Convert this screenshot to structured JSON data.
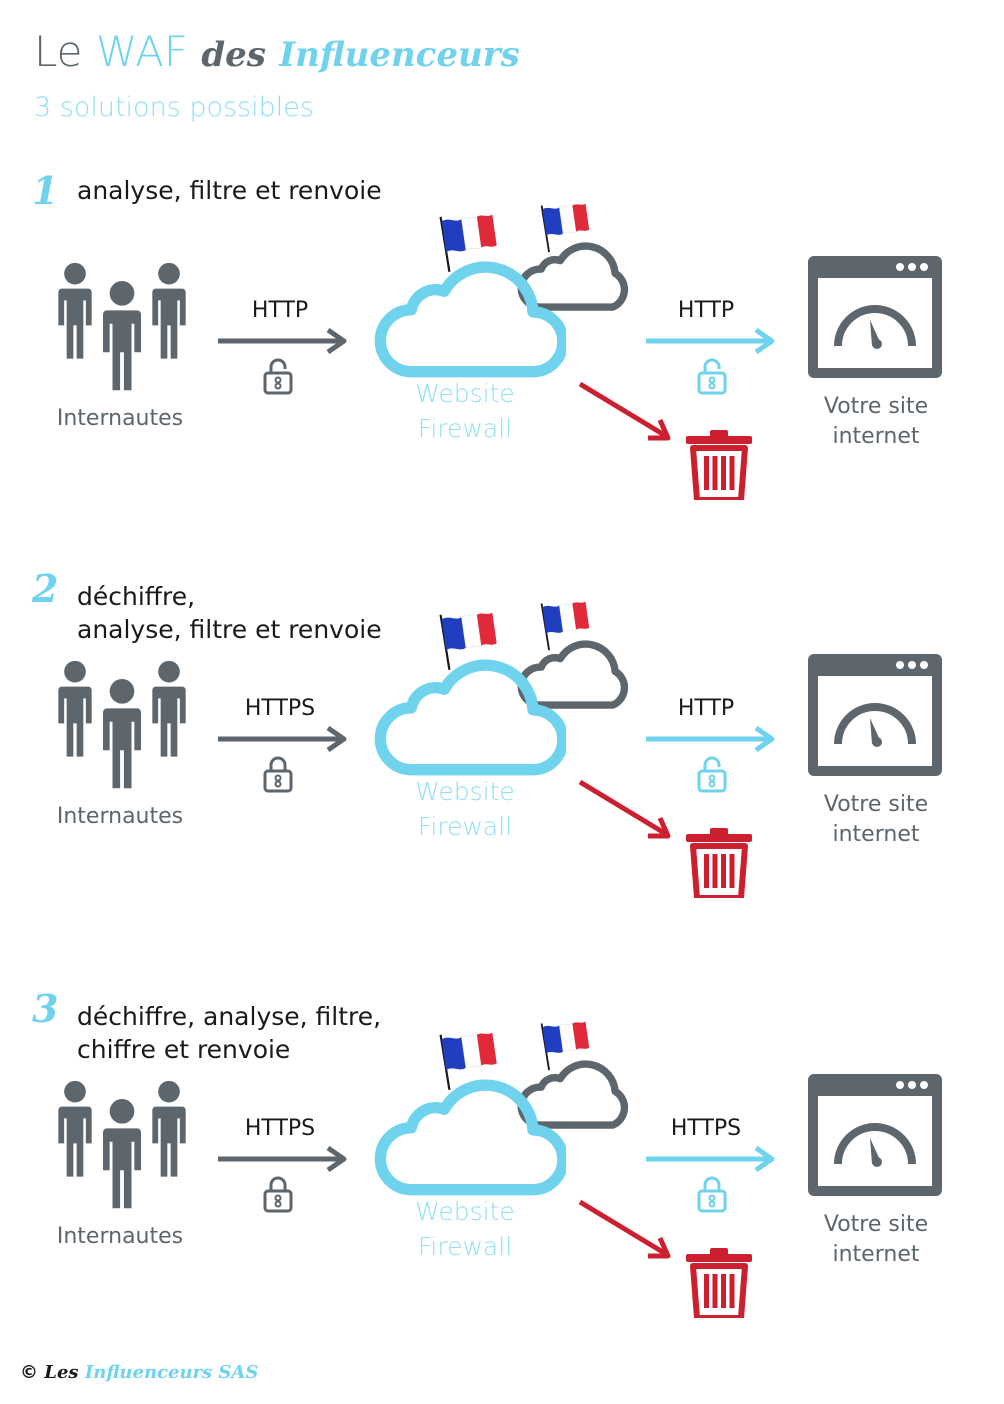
{
  "header": {
    "title_le": "Le",
    "title_waf": "WAF",
    "title_des": "des",
    "title_influenceurs": "Influenceurs",
    "subtitle": "3 solutions possibles"
  },
  "labels": {
    "users": "Internautes",
    "firewall_line1": "Website",
    "firewall_line2": "Firewall",
    "site_line1": "Votre site",
    "site_line2": "internet"
  },
  "sections": [
    {
      "number": "1",
      "desc_line1": "analyse, filtre et renvoie",
      "desc_line2": "",
      "proto_in": "HTTP",
      "proto_out": "HTTP"
    },
    {
      "number": "2",
      "desc_line1": "déchiffre,",
      "desc_line2": "analyse, filtre et renvoie",
      "proto_in": "HTTPS",
      "proto_out": "HTTP"
    },
    {
      "number": "3",
      "desc_line1": "déchiffre, analyse, filtre,",
      "desc_line2": "chiffre et renvoie",
      "proto_in": "HTTPS",
      "proto_out": "HTTPS"
    }
  ],
  "footer": {
    "copyright": "©",
    "les": "Les",
    "company": "Influenceurs SAS"
  },
  "colors": {
    "gray": "#5c666c",
    "cyan": "#6fd3ee",
    "red": "#cc1f2f",
    "flag_blue": "#1f3fc0",
    "flag_red": "#e02a3a"
  },
  "icons": [
    "users-icon",
    "lock-open-icon",
    "lock-closed-icon",
    "cloud-icon",
    "flag-icon",
    "browser-speedometer-icon",
    "trash-icon",
    "arrow-icon"
  ]
}
